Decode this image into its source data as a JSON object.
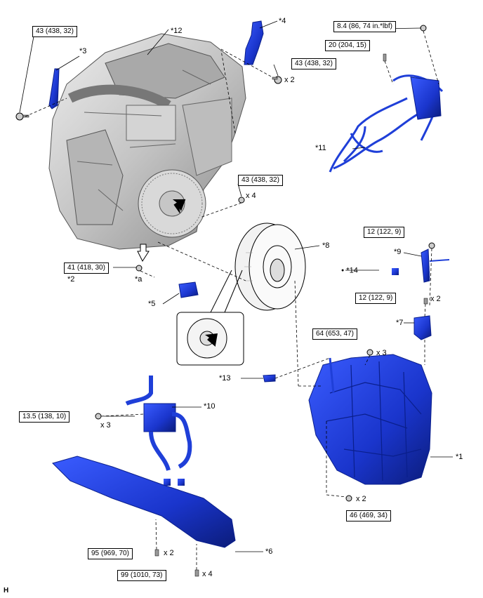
{
  "torque_specs": {
    "t1": "43 (438, 32)",
    "t2": "8.4 (86, 74 in.*lbf)",
    "t3": "20 (204, 15)",
    "t4": "43 (438, 32)",
    "t5": "43 (438, 32)",
    "t6": "12 (122, 9)",
    "t7": "41 (418, 30)",
    "t8": "12 (122, 9)",
    "t9": "64 (653, 47)",
    "t10": "13.5 (138, 10)",
    "t11": "46 (469, 34)",
    "t12": "95 (969, 70)",
    "t13": "99 (1010, 73)"
  },
  "quantities": {
    "q4_upper": "x 2",
    "q4_mount": "x 4",
    "q12_lower": "x 2",
    "q64": "x 3",
    "q13_5": "x 3",
    "q46": "x 2",
    "q95": "x 2",
    "q99": "x 4"
  },
  "callouts": {
    "c1": "*1",
    "c2": "*2",
    "c3": "*3",
    "c4": "*4",
    "c5": "*5",
    "c6": "*6",
    "c7": "*7",
    "c8": "*8",
    "c9": "*9",
    "c10": "*10",
    "c11": "*11",
    "c12": "*12",
    "c13": "*13",
    "c14": "*14",
    "ca": "*a"
  },
  "bullet": "●",
  "footer_code": "H",
  "colors": {
    "part_blue": "#1f3fd8",
    "part_dark": "#0a1f8c",
    "engine_gray": "#c9c9c9",
    "line": "#000000"
  }
}
